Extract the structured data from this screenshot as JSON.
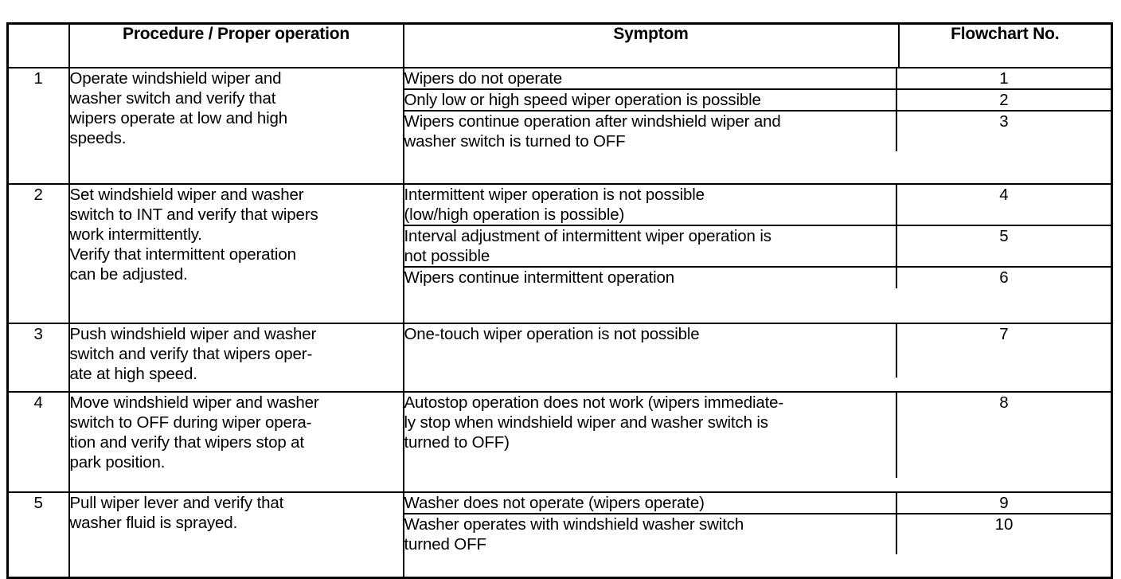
{
  "table": {
    "headers": {
      "step_no": "",
      "procedure": "Procedure / Proper operation",
      "symptom": "Symptom",
      "flowchart": "Flowchart No."
    },
    "rows": [
      {
        "no": "1",
        "procedure": "Operate windshield wiper and\nwasher switch and verify that\nwipers operate at low and high\nspeeds.",
        "symptoms": [
          {
            "text": "Wipers do not operate",
            "flowchart": "1",
            "height": 39
          },
          {
            "text": "Only low or high speed wiper operation is possible",
            "flowchart": "2",
            "height": 40
          },
          {
            "text": "Wipers continue operation after windshield wiper and\nwasher switch is turned to OFF",
            "flowchart": "3",
            "height": 65
          }
        ]
      },
      {
        "no": "2",
        "procedure": "Set windshield wiper and washer\nswitch to INT and verify that wipers\nwork intermittently.\nVerify that intermittent operation\ncan be adjusted.",
        "symptoms": [
          {
            "text": "Intermittent wiper operation is not possible\n(low/high operation is possible)",
            "flowchart": "4",
            "height": 63
          },
          {
            "text": "Interval adjustment of intermittent wiper operation is\nnot possible",
            "flowchart": "5",
            "height": 67
          },
          {
            "text": "Wipers continue intermittent operation",
            "flowchart": "6",
            "height": 43
          }
        ]
      },
      {
        "no": "3",
        "procedure": "Push windshield wiper and washer\nswitch and verify that wipers oper-\nate at high speed.",
        "symptoms": [
          {
            "text": "One-touch wiper operation is not possible",
            "flowchart": "7",
            "height": 84
          }
        ]
      },
      {
        "no": "4",
        "procedure": "Move windshield wiper and washer\nswitch to OFF during wiper opera-\ntion and verify that wipers stop at\npark position.",
        "symptoms": [
          {
            "text": "Autostop operation does not work (wipers immediate-\nly stop when windshield wiper and washer switch is\nturned to OFF)",
            "flowchart": "8",
            "height": 124
          }
        ]
      },
      {
        "no": "5",
        "procedure": "Pull wiper lever and verify that\nwasher fluid is sprayed.",
        "symptoms": [
          {
            "text": "Washer does not operate (wipers operate)",
            "flowchart": "9",
            "height": 41
          },
          {
            "text": "Washer operates with windshield washer switch\nturned OFF",
            "flowchart": "10",
            "height": 64
          }
        ]
      }
    ]
  }
}
